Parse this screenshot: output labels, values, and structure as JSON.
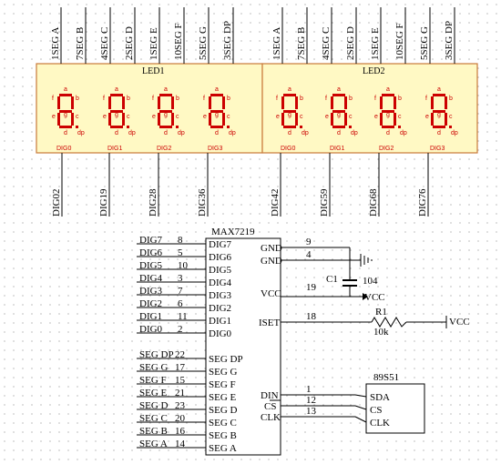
{
  "displays": [
    {
      "label": "LED1",
      "top_pins": [
        "1SEG A",
        "7SEG B",
        "4SEG C",
        "2SEG D",
        "1SEG E",
        "10SEG F",
        "5SEG G",
        "3SEG DP"
      ],
      "digits": [
        "DIG0",
        "DIG1",
        "DIG2",
        "DIG3"
      ],
      "bottom_pins": [
        "DIG02",
        "DIG19",
        "DIG28",
        "DIG36"
      ]
    },
    {
      "label": "LED2",
      "top_pins": [
        "1SEG A",
        "7SEG B",
        "4SEG C",
        "2SEG D",
        "1SEG E",
        "10SEG F",
        "5SEG G",
        "3SEG DP"
      ],
      "digits": [
        "DIG0",
        "DIG1",
        "DIG2",
        "DIG3"
      ],
      "bottom_pins": [
        "DIG42",
        "DIG59",
        "DIG68",
        "DIG76"
      ]
    }
  ],
  "segment_letters": [
    "a",
    "b",
    "c",
    "d",
    "e",
    "f",
    "g",
    "dp"
  ],
  "chip": {
    "name": "MAX7219",
    "left_pins": [
      {
        "net": "DIG7",
        "num": "8",
        "name": "DIG7"
      },
      {
        "net": "DIG6",
        "num": "5",
        "name": "DIG6"
      },
      {
        "net": "DIG5",
        "num": "10",
        "name": "DIG5"
      },
      {
        "net": "DIG4",
        "num": "3",
        "name": "DIG4"
      },
      {
        "net": "DIG3",
        "num": "7",
        "name": "DIG3"
      },
      {
        "net": "DIG2",
        "num": "6",
        "name": "DIG2"
      },
      {
        "net": "DIG1",
        "num": "11",
        "name": "DIG1"
      },
      {
        "net": "DIG0",
        "num": "2",
        "name": "DIG0"
      },
      {
        "net": "SEG DP",
        "num": "22",
        "name": "SEG DP"
      },
      {
        "net": "SEG G",
        "num": "17",
        "name": "SEG G"
      },
      {
        "net": "SEG F",
        "num": "15",
        "name": "SEG F"
      },
      {
        "net": "SEG E",
        "num": "21",
        "name": "SEG E"
      },
      {
        "net": "SEG D",
        "num": "23",
        "name": "SEG D"
      },
      {
        "net": "SEG C",
        "num": "20",
        "name": "SEG C"
      },
      {
        "net": "SEG B",
        "num": "16",
        "name": "SEG B"
      },
      {
        "net": "SEG A",
        "num": "14",
        "name": "SEG A"
      }
    ],
    "right_pins": [
      {
        "name": "GND",
        "num": "9"
      },
      {
        "name": "GND",
        "num": "4"
      },
      {
        "name": "VCC",
        "num": "19"
      },
      {
        "name": "ISET",
        "num": "18"
      },
      {
        "name": "DIN",
        "num": "1"
      },
      {
        "name": "CS",
        "num": "12"
      },
      {
        "name": "CLK",
        "num": "13"
      }
    ]
  },
  "capacitor": {
    "ref": "C1",
    "value": "104",
    "net": "VCC"
  },
  "resistor": {
    "ref": "R1",
    "value": "10k",
    "net": "VCC"
  },
  "mcu": {
    "name": "89S51",
    "pins": [
      "SDA",
      "CS",
      "CLK"
    ]
  }
}
